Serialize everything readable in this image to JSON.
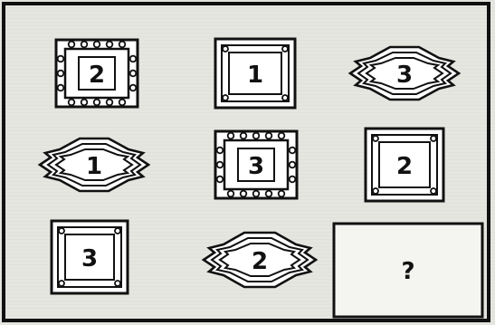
{
  "puzzle": {
    "grid": [
      [
        {
          "frame": "beaded-square",
          "number": "2"
        },
        {
          "frame": "double-line-square",
          "number": "1"
        },
        {
          "frame": "zigzag-hexagon",
          "number": "3"
        }
      ],
      [
        {
          "frame": "zigzag-hexagon",
          "number": "1"
        },
        {
          "frame": "beaded-square",
          "number": "3"
        },
        {
          "frame": "double-line-square",
          "number": "2"
        }
      ],
      [
        {
          "frame": "double-line-square",
          "number": "3"
        },
        {
          "frame": "zigzag-hexagon",
          "number": "2"
        },
        {
          "frame": "answer-box",
          "number": "?"
        }
      ]
    ]
  }
}
